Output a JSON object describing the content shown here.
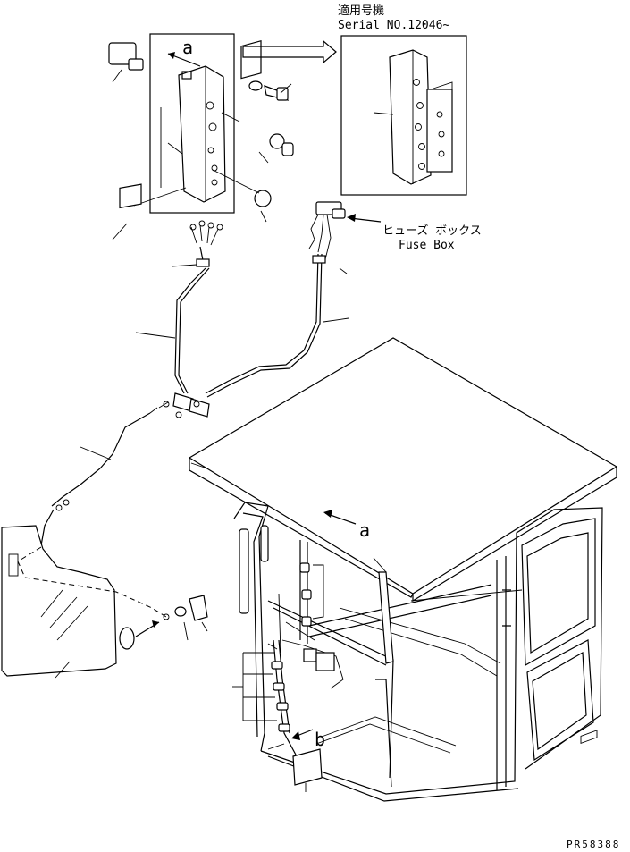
{
  "applicable_serial": {
    "heading": "適用号機",
    "serial": "Serial NO.12046~"
  },
  "fuse_box": {
    "jp": "ヒューズ ボックス",
    "en": "Fuse Box"
  },
  "view_markers": {
    "a_top": "a",
    "a_cab": "a",
    "b_cab": "b"
  },
  "figure_code": "PR58388"
}
